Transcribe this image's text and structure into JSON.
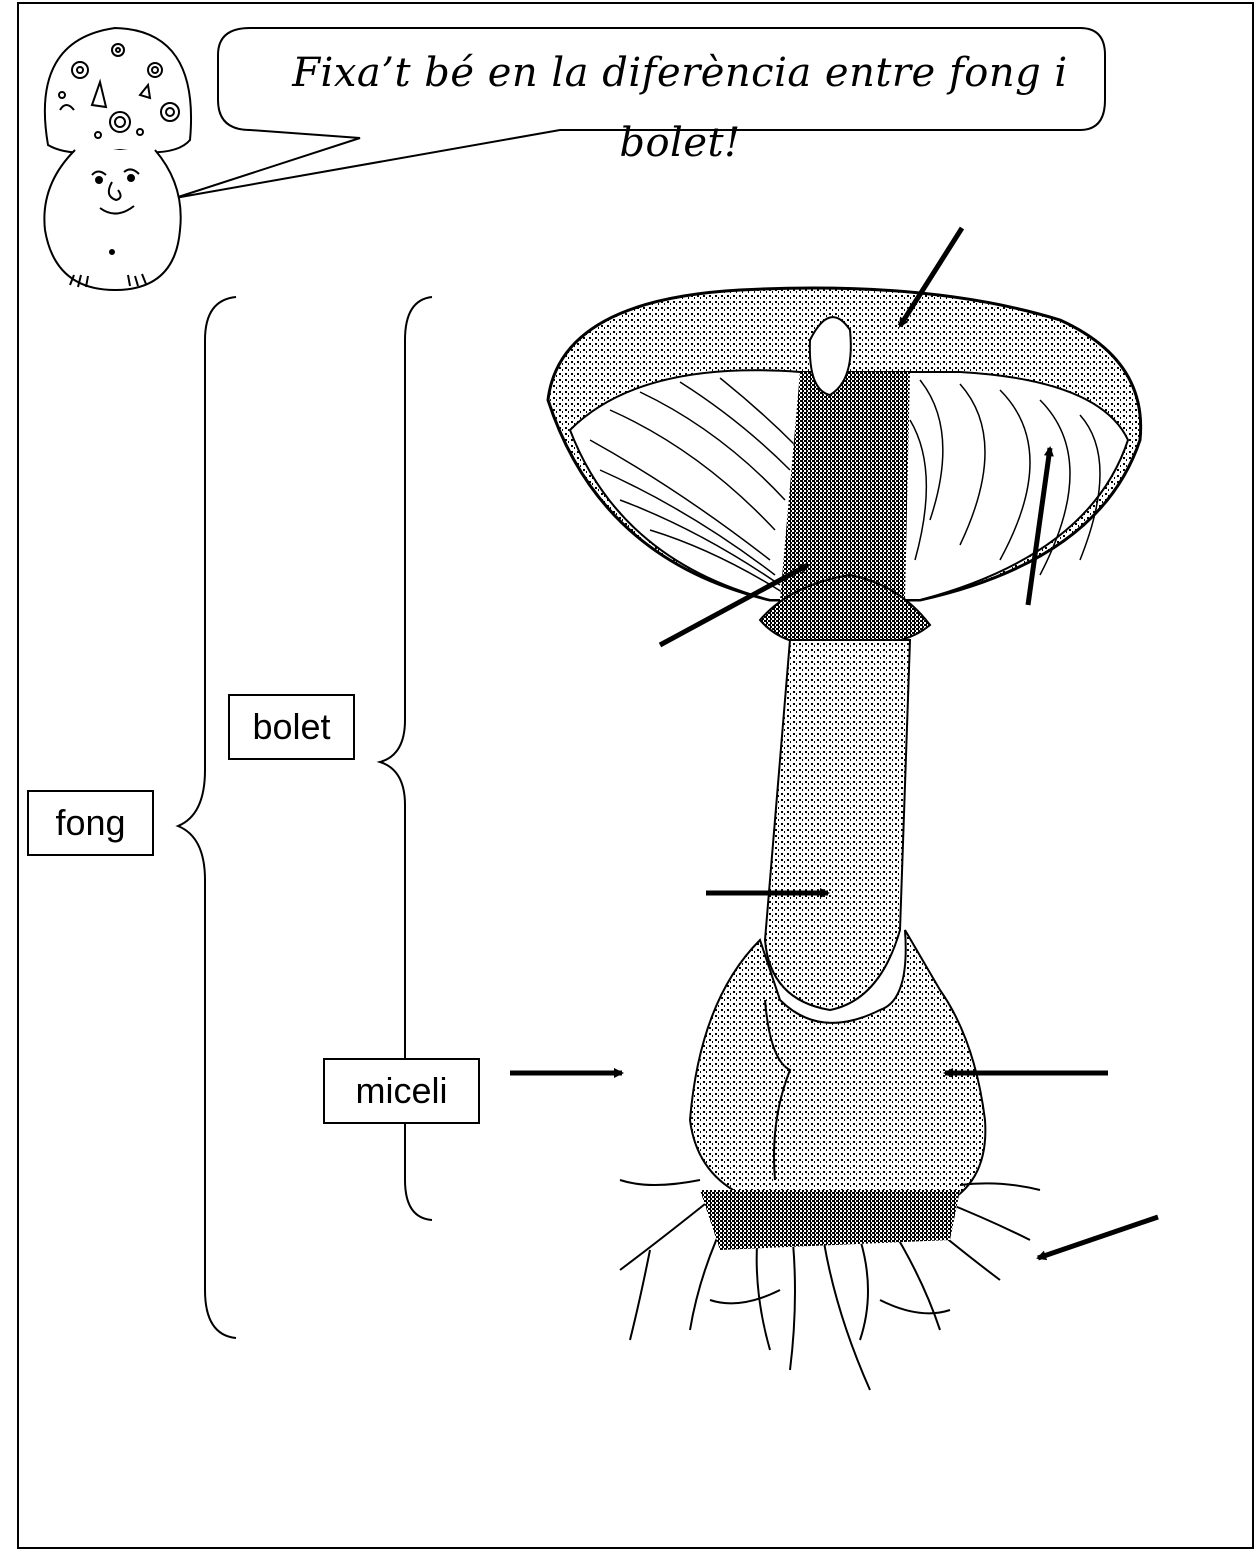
{
  "speech_bubble": {
    "text": "Fixa’t bé en la diferència entre fong i bolet!"
  },
  "labels": {
    "fong": "fong",
    "bolet": "bolet",
    "miceli": "miceli"
  },
  "colors": {
    "ink": "#000000",
    "paper": "#ffffff"
  },
  "icons": {
    "character": "mushroom-character-icon",
    "mushroom": "mushroom-illustration",
    "arrow": "arrow-icon"
  }
}
